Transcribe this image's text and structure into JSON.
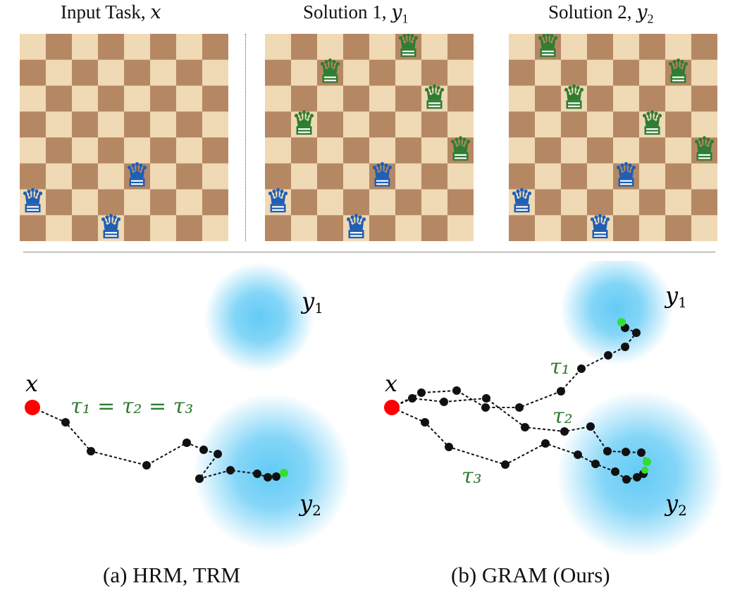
{
  "panels": [
    {
      "title": "Input Task, ",
      "var": "x",
      "sub": ""
    },
    {
      "title": "Solution 1, ",
      "var": "y",
      "sub": "1"
    },
    {
      "title": "Solution 2, ",
      "var": "y",
      "sub": "2"
    }
  ],
  "boards": [
    {
      "blue": [
        [
          5,
          4
        ],
        [
          6,
          0
        ],
        [
          7,
          3
        ]
      ],
      "green": []
    },
    {
      "blue": [
        [
          5,
          4
        ],
        [
          6,
          0
        ],
        [
          7,
          3
        ]
      ],
      "green": [
        [
          0,
          5
        ],
        [
          1,
          2
        ],
        [
          2,
          6
        ],
        [
          3,
          1
        ],
        [
          4,
          7
        ]
      ]
    },
    {
      "blue": [
        [
          5,
          4
        ],
        [
          6,
          0
        ],
        [
          7,
          3
        ]
      ],
      "green": [
        [
          0,
          1
        ],
        [
          1,
          6
        ],
        [
          2,
          2
        ],
        [
          3,
          5
        ],
        [
          4,
          7
        ]
      ]
    }
  ],
  "colors": {
    "light_square": "#f0d9b5",
    "dark_square": "#b58863",
    "blue_queen": "#1f5fb5",
    "green_queen": "#2e7d32",
    "start_point": "#ff0000",
    "end_point": "#33dd33",
    "target_glow": "#5bc8f5"
  },
  "icons": [
    "queen-icon"
  ],
  "diagram_a": {
    "start_label": "x",
    "target_labels": [
      "y",
      "y"
    ],
    "target_subs": [
      "1",
      "2"
    ],
    "trajectory_label": "τ₁ = τ₂ = τ₃"
  },
  "diagram_b": {
    "start_label": "x",
    "target_labels": [
      "y",
      "y"
    ],
    "target_subs": [
      "1",
      "2"
    ],
    "trajectory_labels": [
      "τ₁",
      "τ₂",
      "τ₃"
    ]
  },
  "captions": [
    "(a) HRM, TRM",
    "(b) GRAM (Ours)"
  ]
}
